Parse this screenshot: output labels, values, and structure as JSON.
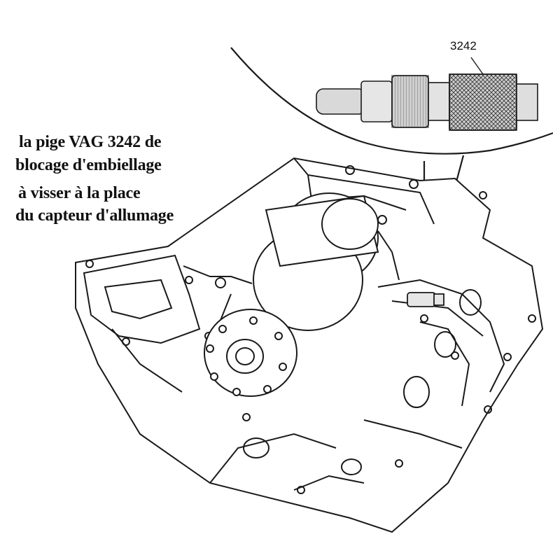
{
  "caption": {
    "line1": "la pige VAG 3242 de",
    "line2": "blocage d'embiellage",
    "line3": "à visser à la place",
    "line4": "du capteur d'allumage"
  },
  "tool": {
    "part_number": "3242"
  },
  "icons": [
    "locking-pin-tool-icon",
    "engine-block-icon",
    "crankshaft-icon",
    "flywheel-flange-icon"
  ],
  "colors": {
    "line": "#1a1a1a",
    "tool_fill": "#dcdcdc",
    "background": "#ffffff"
  }
}
